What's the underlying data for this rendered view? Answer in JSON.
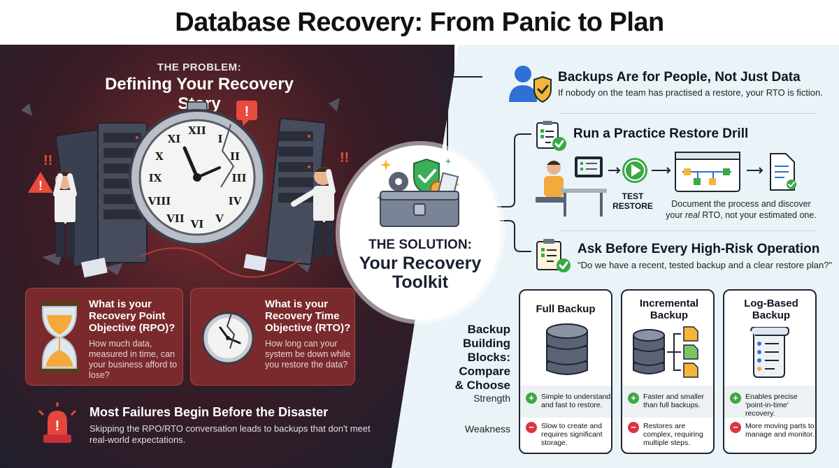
{
  "title": "Database Recovery: From Panic to Plan",
  "problem": {
    "kicker": "THE PROBLEM:",
    "title": "Defining Your Recovery Story"
  },
  "rpo_card": {
    "question": "What is your Recovery Point Objective (RPO)?",
    "description": "How much data, measured in time, can your business afford to lose?"
  },
  "rto_card": {
    "question": "What is your Recovery Time Objective (RTO)?",
    "description": "How long can your system be down while you restore the data?"
  },
  "failures": {
    "title": "Most Failures Begin Before the Disaster",
    "description": "Skipping the RPO/RTO conversation leads to backups that don't meet real-world expectations."
  },
  "solution": {
    "kicker": "THE SOLUTION:",
    "title": "Your Recovery Toolkit"
  },
  "items": [
    {
      "title": "Backups Are for People, Not Just Data",
      "description": "If nobody on the team has practised a restore, your RTO is fiction."
    },
    {
      "title": "Run a Practice Restore Drill",
      "test_label": "TEST RESTORE",
      "description_line1": "Document the process and discover",
      "description_prefix": "your ",
      "description_emphasis": "real",
      "description_suffix": " RTO, not your estimated one."
    },
    {
      "title": "Ask Before Every High-Risk Operation",
      "description": "\"Do we have a recent, tested backup and a clear restore plan?\""
    }
  ],
  "building_blocks": {
    "label": "Backup Building Blocks: Compare & Choose",
    "row_labels": [
      "Strength",
      "Weakness"
    ],
    "cards": [
      {
        "name": "Full Backup",
        "strength": "Simple to understand and fast to restore.",
        "weakness": "Slow to create and requires significant storage."
      },
      {
        "name": "Incremental Backup",
        "strength": "Faster and smaller than full backups.",
        "weakness": "Restores are complex, requiring multiple steps."
      },
      {
        "name": "Log-Based Backup",
        "strength": "Enables precise 'point-in-time' recovery.",
        "weakness": "More moving parts to manage and monitor."
      }
    ]
  },
  "colors": {
    "card_red": "#7a2a2c",
    "panel_light": "#eaf3f7",
    "accent_green": "#3aa845",
    "accent_red": "#d9363e",
    "accent_blue": "#2f6fd6"
  }
}
